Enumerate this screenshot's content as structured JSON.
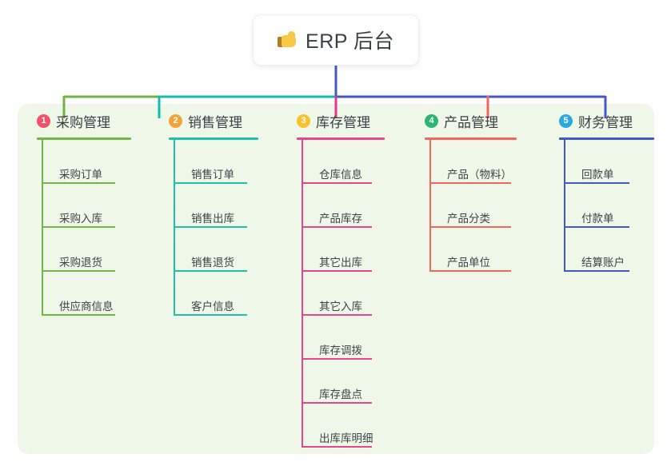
{
  "root": {
    "icon": "thumbs-up-icon",
    "title": "ERP 后台"
  },
  "panel": {
    "background_color": "#eef7e8"
  },
  "columns": [
    {
      "index": "1",
      "title": "采购管理",
      "badge_color": "#f2516a",
      "accent_color": "#72b745",
      "connector_color": "#71b33f",
      "items": [
        "采购订单",
        "采购入库",
        "采购退货",
        "供应商信息"
      ]
    },
    {
      "index": "2",
      "title": "销售管理",
      "badge_color": "#f2a43a",
      "accent_color": "#20bfae",
      "connector_color": "#13bdae",
      "items": [
        "销售订单",
        "销售出库",
        "销售退货",
        "客户信息"
      ]
    },
    {
      "index": "3",
      "title": "库存管理",
      "badge_color": "#fbc02d",
      "accent_color": "#e8458f",
      "connector_color": "#e4378c",
      "items": [
        "仓库信息",
        "产品库存",
        "其它出库",
        "其它入库",
        "库存调拨",
        "库存盘点",
        "出库库明细"
      ]
    },
    {
      "index": "4",
      "title": "产品管理",
      "badge_color": "#2bb673",
      "accent_color": "#f4655e",
      "connector_color": "#f4655e",
      "items": [
        "产品（物料）",
        "产品分类",
        "产品单位"
      ]
    },
    {
      "index": "5",
      "title": "财务管理",
      "badge_color": "#29a9e0",
      "accent_color": "#4158c6",
      "connector_color": "#4158c6",
      "items": [
        "回款单",
        "付款单",
        "结算账户"
      ]
    }
  ],
  "connectors": {
    "root_stem_color": "#4158c6",
    "bus_segments": [
      {
        "color": "#71b33f"
      },
      {
        "color": "#13bdae"
      },
      {
        "color": "#4158c6"
      }
    ]
  }
}
